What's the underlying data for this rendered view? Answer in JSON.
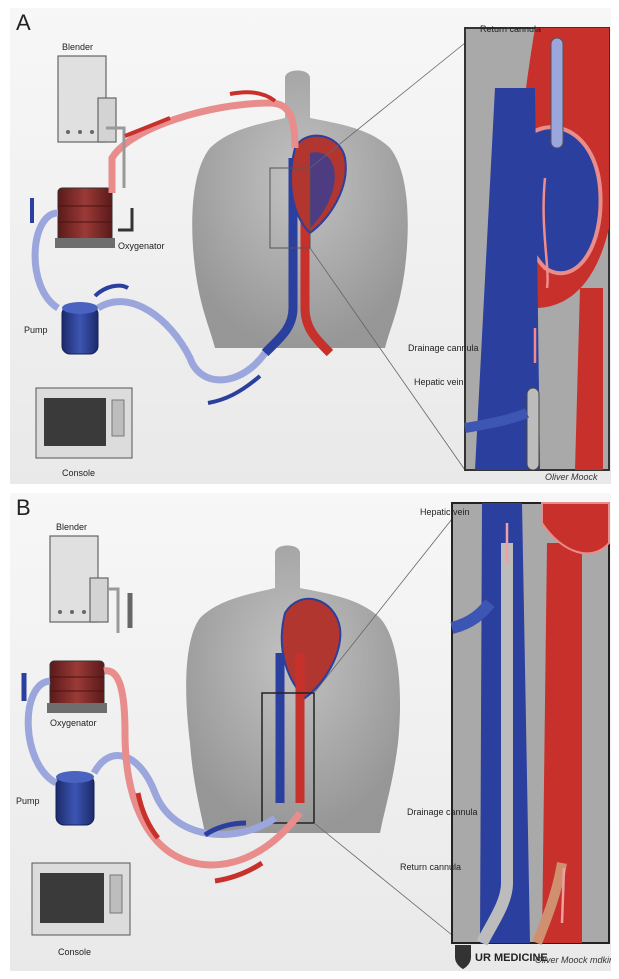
{
  "panel_a": {
    "letter": "A",
    "labels": {
      "blender": "Blender",
      "oxygenator": "Oxygenator",
      "pump": "Pump",
      "console": "Console",
      "return_cannula": "Return cannula",
      "drainage_cannula": "Drainage cannula",
      "hepatic_vein": "Hepatic vein"
    },
    "signature": "Oliver Moock"
  },
  "panel_b": {
    "letter": "B",
    "labels": {
      "blender": "Blender",
      "oxygenator": "Oxygenator",
      "pump": "Pump",
      "console": "Console",
      "hepatic_vein": "Hepatic vein",
      "drainage_cannula": "Drainage cannula",
      "return_cannula": "Return cannula"
    },
    "logo_text": "UR MEDICINE",
    "signature": "Oliver Moock mdkirnyak"
  },
  "colors": {
    "arterial": "#c8302c",
    "venous": "#2b3f9e",
    "oxygenated_tube": "#e88c8c",
    "deoxygenated_tube": "#9aa6dc"
  }
}
